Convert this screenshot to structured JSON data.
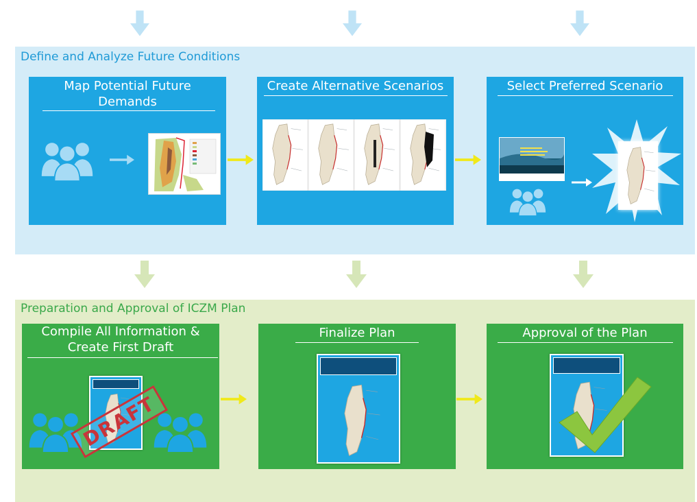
{
  "sections": {
    "top": {
      "title": "Define and Analyze Future Conditions",
      "color": "#1f9ad6",
      "cards": [
        {
          "title_line1": "Map Potential Future",
          "title_line2": "Demands"
        },
        {
          "title": "Create Alternative Scenarios"
        },
        {
          "title": "Select Preferred Scenario"
        }
      ]
    },
    "bottom": {
      "title": "Preparation and Approval of ICZM Plan",
      "color": "#3aa84a",
      "cards": [
        {
          "title_line1": "Compile All Information &",
          "title_line2": "Create First Draft",
          "stamp": "DRAFT"
        },
        {
          "title": "Finalize Plan"
        },
        {
          "title": "Approval of the Plan"
        }
      ]
    }
  },
  "icons": [
    "people-icon",
    "arrow-right-icon",
    "arrow-down-icon",
    "checkmark-icon",
    "map-thumbnail",
    "plan-document"
  ],
  "colors": {
    "blue_card": "#1ea6e2",
    "green_card": "#3aac48",
    "top_panel": "#d4ecf8",
    "bottom_panel": "#e3edc9",
    "flow_arrow": "#f0e91a",
    "stamp": "#c9343a"
  }
}
